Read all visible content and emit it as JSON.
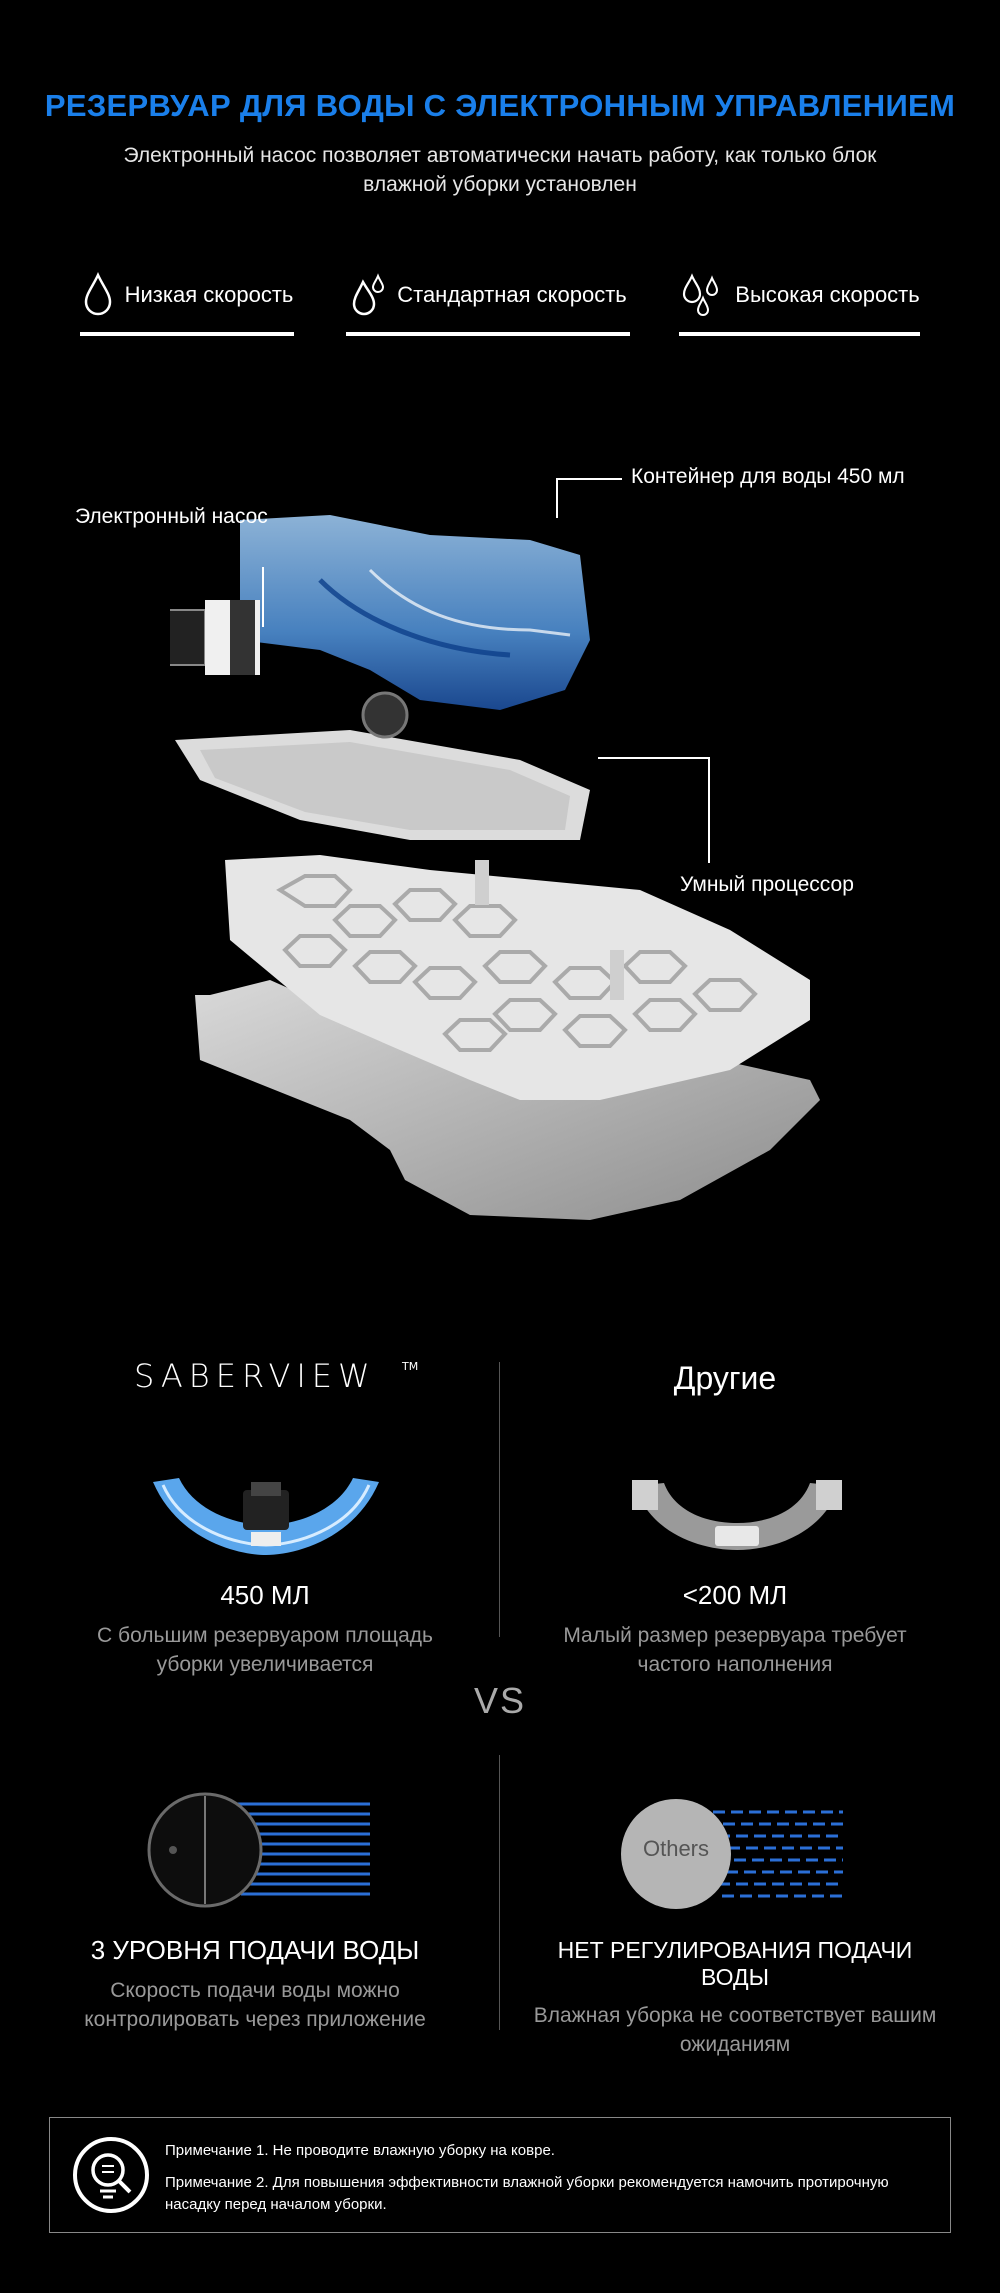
{
  "header": {
    "title": "РЕЗЕРВУАР ДЛЯ ВОДЫ С ЭЛЕКТРОННЫМ УПРАВЛЕНИЕМ",
    "subtitle": "Электронный насос позволяет автоматически начать работу, как только блок влажной уборки установлен"
  },
  "speeds": [
    {
      "label": "Низкая скорость",
      "icon": "single-drop-icon"
    },
    {
      "label": "Стандартная скорость",
      "icon": "two-drops-icon"
    },
    {
      "label": "Высокая скорость",
      "icon": "three-drops-icon"
    }
  ],
  "diagram": {
    "callouts": {
      "pump": "Электронный насос",
      "container": "Контейнер для воды 450 мл",
      "processor": "Умный процессор"
    }
  },
  "comparison": {
    "brand": "SABERVIEW™",
    "brand_letters": "SABERVIEW",
    "trademark": "TM",
    "others_title": "Другие",
    "vs": "VS",
    "left_capacity": "450 МЛ",
    "left_capacity_desc": "С большим резервуаром площадь уборки увеличивается",
    "right_capacity": "<200 МЛ",
    "right_capacity_desc": "Малый размер резервуара требует частого наполнения",
    "left_levels": "3 УРОВНЯ ПОДАЧИ ВОДЫ",
    "left_levels_desc": "Скорость подачи воды можно контролировать через приложение",
    "right_levels": "НЕТ РЕГУЛИРОВАНИЯ ПОДАЧИ ВОДЫ",
    "right_levels_desc": "Влажная уборка не соответствует вашим ожиданиям",
    "others_circle": "Others"
  },
  "notes": {
    "note1": "Примечание 1. Не проводите влажную уборку на ковре.",
    "note2": "Примечание 2. Для повышения эффективности влажной уборки рекомендуется намочить протирочную насадку перед началом уборки."
  },
  "colors": {
    "accent": "#1a7fea",
    "background": "#000000",
    "muted_text": "#999999",
    "water_lines": "#2b6fd6"
  }
}
